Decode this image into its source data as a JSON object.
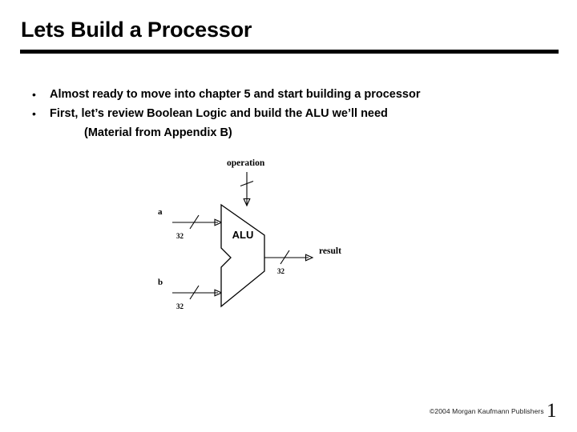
{
  "slide": {
    "title": "Lets Build a Processor",
    "bullets": [
      {
        "marker": "•",
        "text": "Almost ready to move into chapter 5 and start building a processor"
      },
      {
        "marker": "•",
        "text": "First, let’s review Boolean Logic and build the ALU we’ll need",
        "subtext": "(Material from Appendix B)"
      }
    ],
    "footer": {
      "copyright": "©2004 Morgan Kaufmann Publishers",
      "page_number": "1"
    }
  },
  "figure": {
    "name": "alu-block-diagram",
    "block_label": "ALU",
    "control_label": "operation",
    "input_a_label": "a",
    "input_b_label": "b",
    "output_label": "result",
    "width_a": "32",
    "width_b": "32",
    "width_result": "32"
  },
  "colors": {
    "ink": "#000000",
    "background": "#ffffff",
    "footer_text": "#1a1a1a"
  }
}
